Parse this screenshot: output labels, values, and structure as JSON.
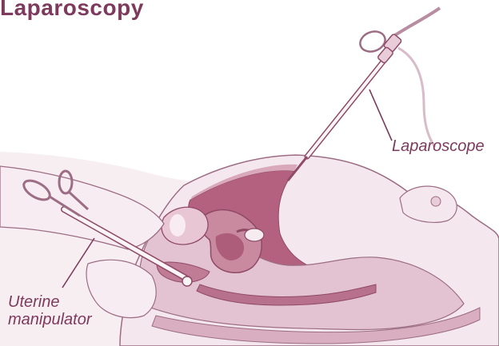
{
  "title": "Laparoscopy",
  "labels": {
    "laparoscope": "Laparoscope",
    "uterine_manipulator_line1": "Uterine",
    "uterine_manipulator_line2": "manipulator"
  },
  "colors": {
    "title": "#7e3a5c",
    "label": "#7e3a5c",
    "leader": "#7e3a5c",
    "outline": "#9c6d84",
    "skin": "#f4e8ee",
    "skin_shade": "#e9d3de",
    "organ": "#c9899f",
    "organ_dark": "#a6536f",
    "cavity": "#b3617f",
    "instrument": "#fbf4f7"
  }
}
